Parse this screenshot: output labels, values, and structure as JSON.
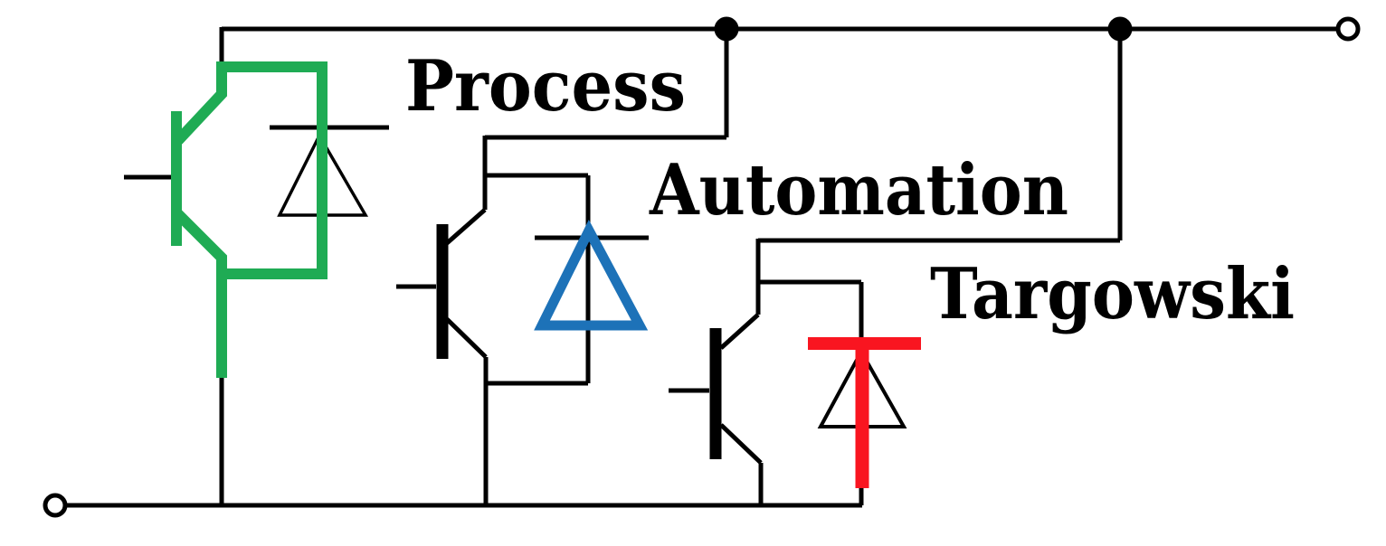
{
  "labels": {
    "process": "Process",
    "automation": "Automation",
    "targowski": "Targowski"
  },
  "colors": {
    "green": "#1fab54",
    "blue": "#1d72b8",
    "red": "#f91520",
    "wire": "#000000",
    "background": "#ffffff"
  },
  "components": {
    "terminals": [
      {
        "name": "top-right-terminal",
        "style": "open-circle"
      },
      {
        "name": "bottom-left-terminal",
        "style": "open-circle"
      }
    ],
    "junction_dots": 2,
    "cells": [
      {
        "label": "Process",
        "transistor": "IGBT",
        "transistor_color": "green",
        "diode_color": "black"
      },
      {
        "label": "Automation",
        "transistor": "IGBT",
        "transistor_color": "black",
        "diode_color": "blue"
      },
      {
        "label": "Targowski",
        "transistor": "IGBT",
        "transistor_color": "black",
        "diode_color": "red"
      }
    ]
  }
}
